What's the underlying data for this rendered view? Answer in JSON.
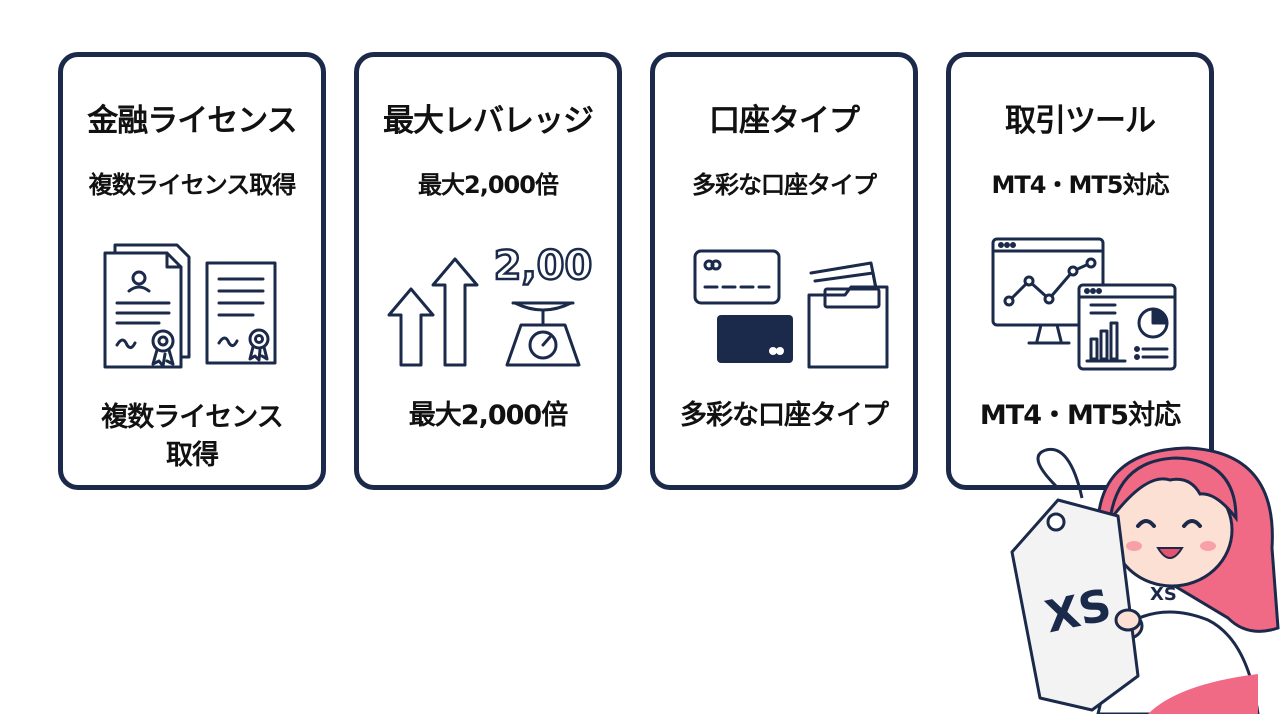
{
  "cards": [
    {
      "title": "金融ライセンス",
      "subtitle": "複数ライセンス取得",
      "caption_line1": "複数ライセンス",
      "caption_line2": "取得",
      "icon": "certificate-icon"
    },
    {
      "title": "最大レバレッジ",
      "subtitle": "最大2,000倍",
      "caption_line1": "最大2,000倍",
      "icon": "leverage-scale-icon",
      "icon_text": "2,00"
    },
    {
      "title": "口座タイプ",
      "subtitle": "多彩な口座タイプ",
      "caption_line1": "多彩な口座タイプ",
      "icon": "account-cards-icon"
    },
    {
      "title": "取引ツール",
      "subtitle": "MT4・MT5対応",
      "caption_line1": "MT4・MT5対応",
      "icon": "trading-platform-icon"
    }
  ],
  "mascot": {
    "tag_text": "XS",
    "shirt_text": "XS",
    "icon": "girl-mascot-with-tag"
  },
  "colors": {
    "navy": "#1b2a4a",
    "pink_hair": "#f06a86",
    "skin": "#fde0d4",
    "tag": "#f3f3f3"
  }
}
